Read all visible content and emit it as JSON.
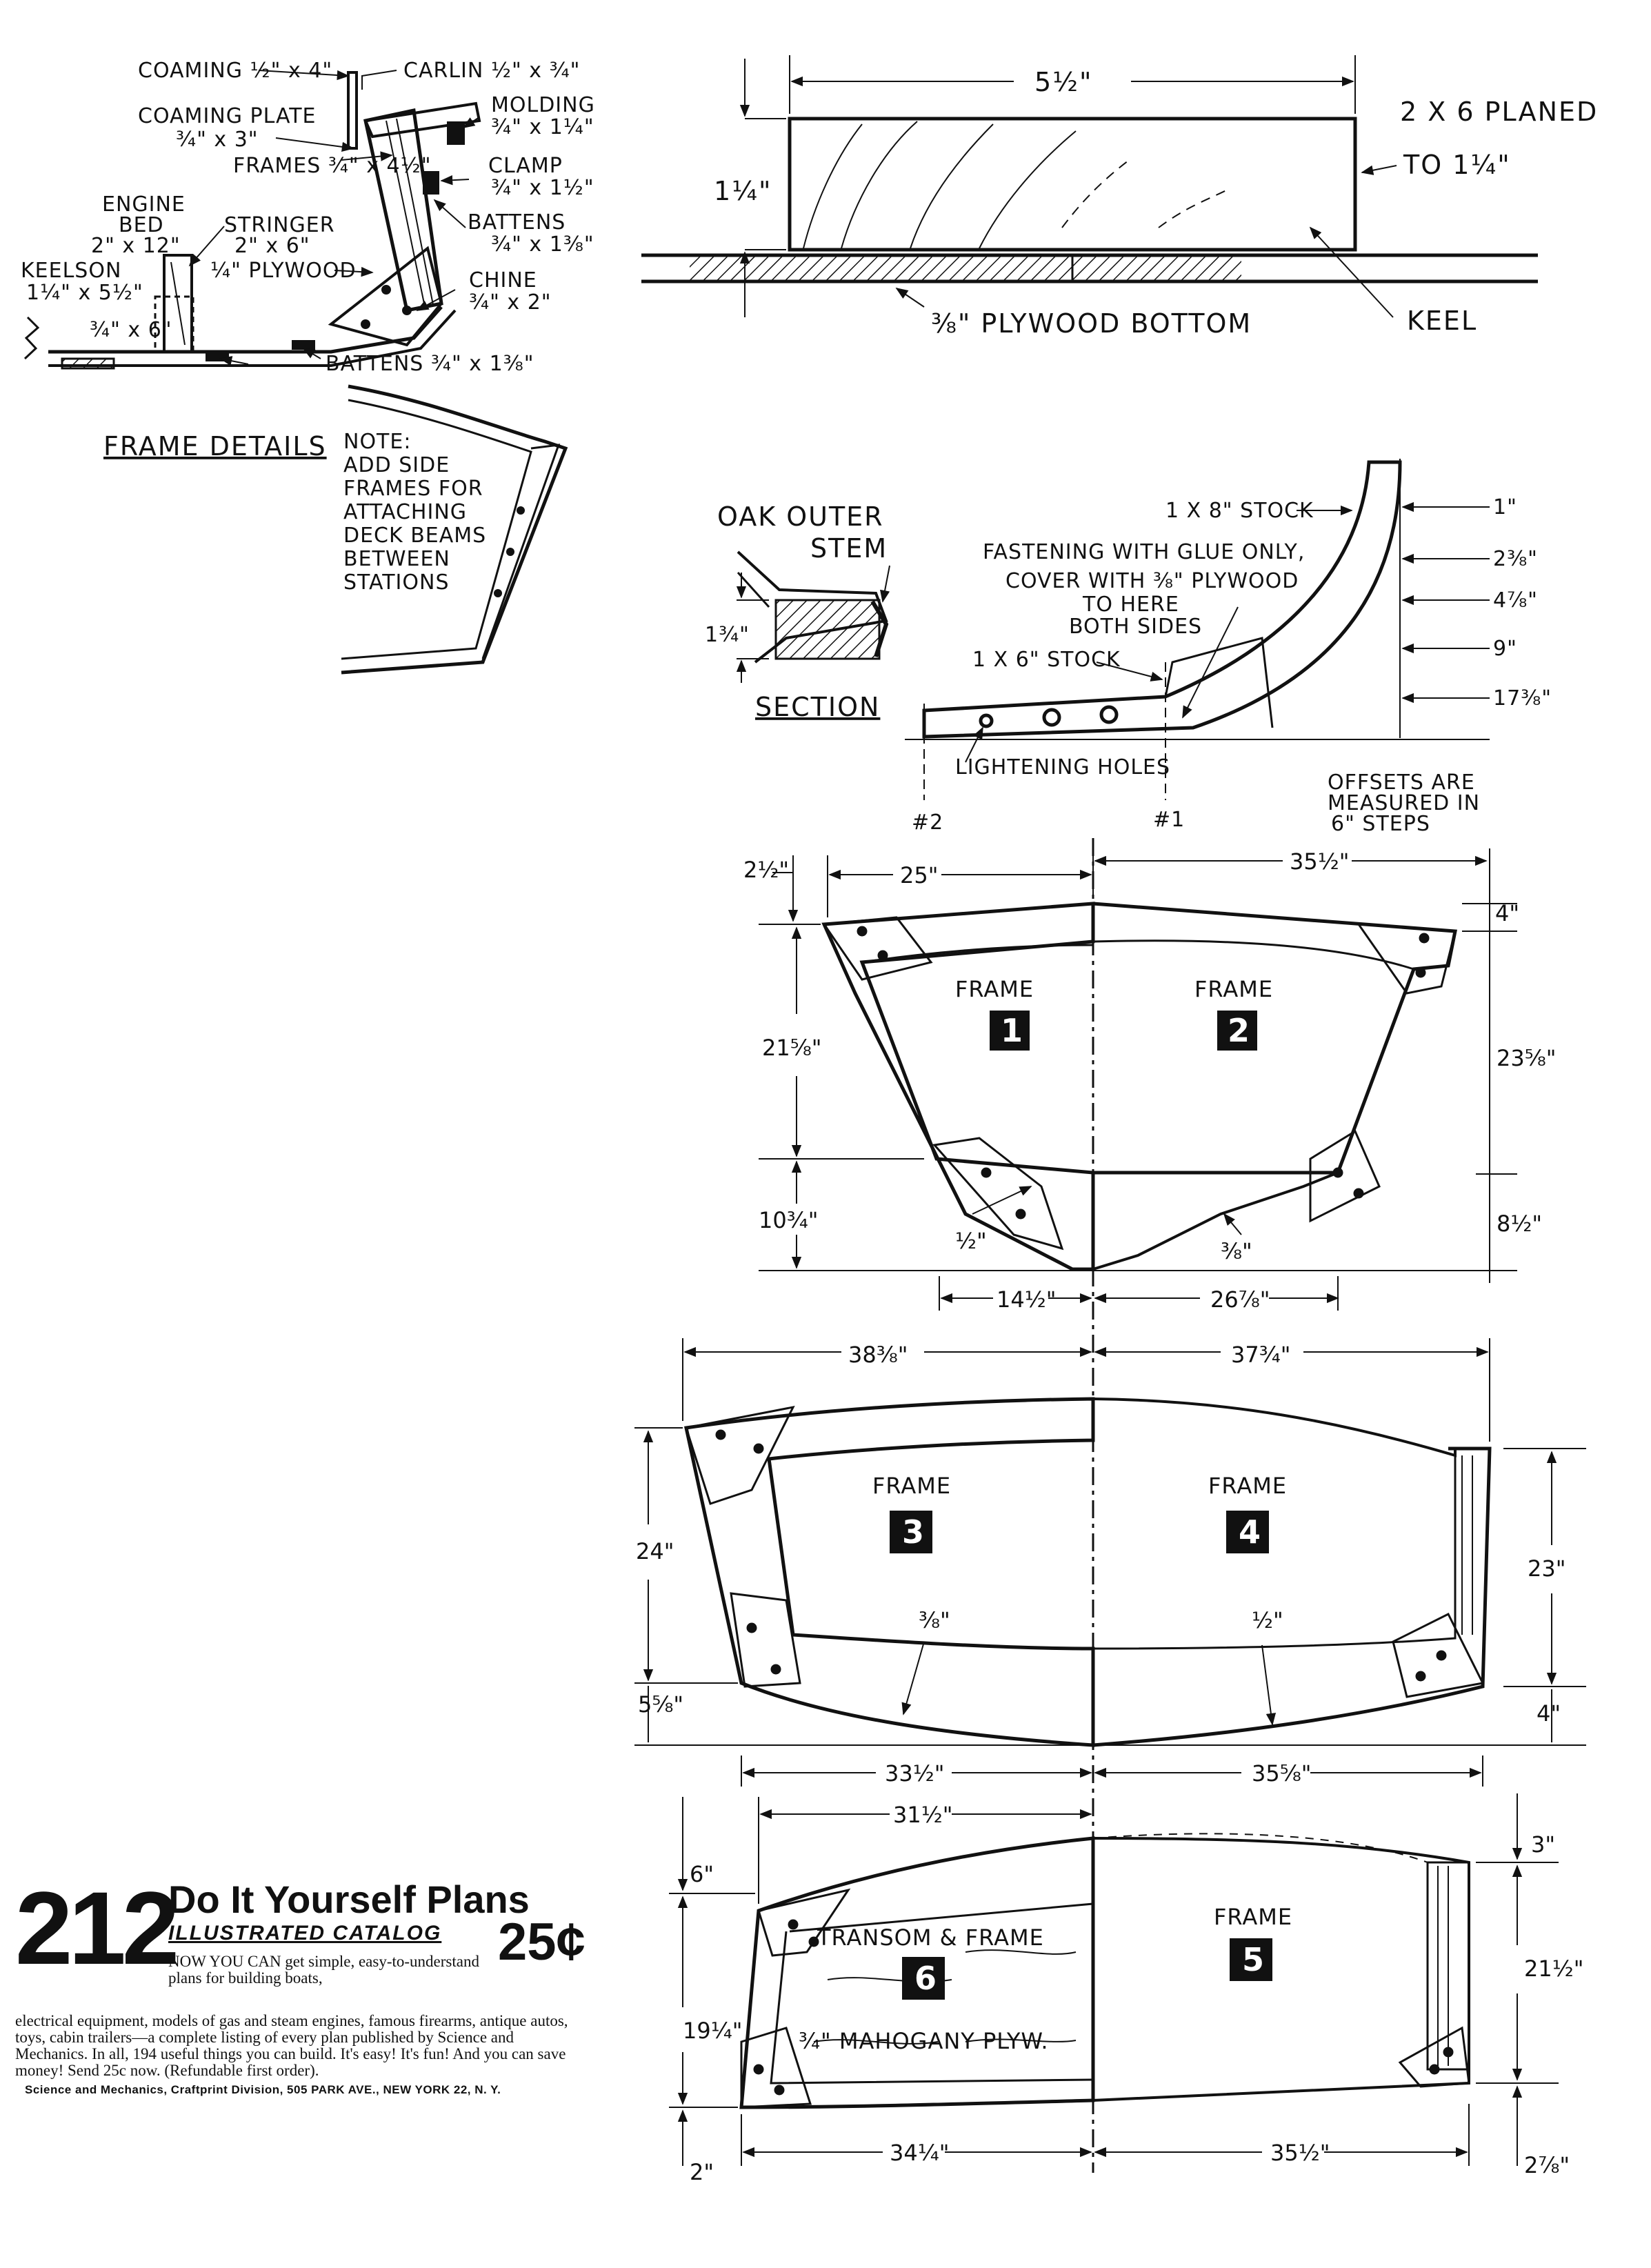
{
  "frame_details": {
    "title": "FRAME DETAILS",
    "coaming": "COAMING",
    "coaming_size": "½\" x 4\"",
    "carlin": "CARLIN",
    "carlin_size": "½\" x ¾\"",
    "coaming_plate": "COAMING PLATE",
    "coaming_plate_size": "¾\" x 3\"",
    "molding": "MOLDING",
    "molding_size": "¾\" x 1¼\"",
    "frames": "FRAMES",
    "frames_size": "¾\" x 4½\"",
    "clamp": "CLAMP",
    "clamp_size": "¾\" x 1½\"",
    "engine_bed": "ENGINE",
    "engine_bed2": "BED",
    "engine_bed_size": "2\" x 12\"",
    "stringer": "STRINGER",
    "stringer_size": "2\" x 6\"",
    "battens": "BATTENS",
    "battens_size": "¾\" x 1⅜\"",
    "plywood": "¼\" PLYWOOD",
    "keelson": "KEELSON",
    "keelson_size": "1¼\" x 5½\"",
    "chine": "CHINE",
    "chine_size": "¾\" x 2\"",
    "floor_size": "¾\" x 6\"",
    "battens_bottom": "BATTENS ¾\" x 1⅜\"",
    "note": [
      "NOTE:",
      "ADD SIDE",
      "FRAMES FOR",
      "ATTACHING",
      "DECK BEAMS",
      "BETWEEN",
      "STATIONS"
    ]
  },
  "keel_detail": {
    "width": "5½\"",
    "height": "1¼\"",
    "planed": "2 X 6 PLANED",
    "planed_to": "TO 1¼\"",
    "bottom": "⅜\" PLYWOOD BOTTOM",
    "keel": "KEEL"
  },
  "stem_detail": {
    "oak_outer": "OAK OUTER",
    "stem": "STEM",
    "thickness": "1¾\"",
    "section": "SECTION",
    "stock_1x8": "1 X 8\" STOCK",
    "fastening": [
      "FASTENING WITH GLUE ONLY,",
      "COVER WITH ⅜\" PLYWOOD",
      "TO HERE",
      "BOTH SIDES"
    ],
    "stock_1x6": "1 X 6\" STOCK",
    "lightening": "LIGHTENING HOLES",
    "station2": "#2",
    "station1": "#1",
    "offsets_vals": [
      "1\"",
      "2⅜\"",
      "4⅞\"",
      "9\"",
      "17⅜\""
    ],
    "offsets_note": [
      "OFFSETS ARE",
      "MEASURED IN",
      "6\" STEPS"
    ]
  },
  "frames_12": {
    "left_label": "FRAME",
    "left_num": "1",
    "right_label": "FRAME",
    "right_num": "2",
    "d_2_5": "2½\"",
    "d_25": "25\"",
    "d_35_5": "35½\"",
    "d_4": "4\"",
    "d_21_6": "21⅝\"",
    "d_23_6": "23⅝\"",
    "d_10_75": "10¾\"",
    "d_8_5": "8½\"",
    "d_half": "½\"",
    "d_3_8": "⅜\"",
    "d_14_5": "14½\"",
    "d_26_9": "26⅞\""
  },
  "frames_34": {
    "left_label": "FRAME",
    "left_num": "3",
    "right_label": "FRAME",
    "right_num": "4",
    "d_38_4": "38⅜\"",
    "d_37_75": "37¾\"",
    "d_24": "24\"",
    "d_23": "23\"",
    "d_5_6": "5⅝\"",
    "d_4": "4\"",
    "d_3_8": "⅜\"",
    "d_half": "½\"",
    "d_33_5": "33½\"",
    "d_35_6": "35⅝\""
  },
  "frames_56": {
    "left_label": "TRANSOM & FRAME",
    "left_num": "6",
    "right_label": "FRAME",
    "right_num": "5",
    "material": "¾\" MAHOGANY PLYW.",
    "d_31_5": "31½\"",
    "d_6": "6\"",
    "d_3": "3\"",
    "d_19_25": "19¼\"",
    "d_21_5": "21½\"",
    "d_2": "2\"",
    "d_34_25": "34¼\"",
    "d_35_5": "35½\"",
    "d_2_9": "2⅞\""
  },
  "ad": {
    "number": "212",
    "title": "Do It Yourself Plans",
    "subtitle": "ILLUSTRATED CATALOG",
    "price": "25¢",
    "lead": "NOW YOU CAN get simple, easy-to-understand plans for building boats,",
    "body": "electrical equipment, models of gas and steam engines, famous firearms, antique autos, toys, cabin trailers—a complete listing of every plan published by Science and Mechanics. In all, 194 useful things you can build. It's easy! It's fun! And you can save money! Send 25c now. (Refundable first order).",
    "address": "Science and Mechanics, Craftprint Division, 505 PARK AVE., NEW YORK 22, N. Y."
  }
}
